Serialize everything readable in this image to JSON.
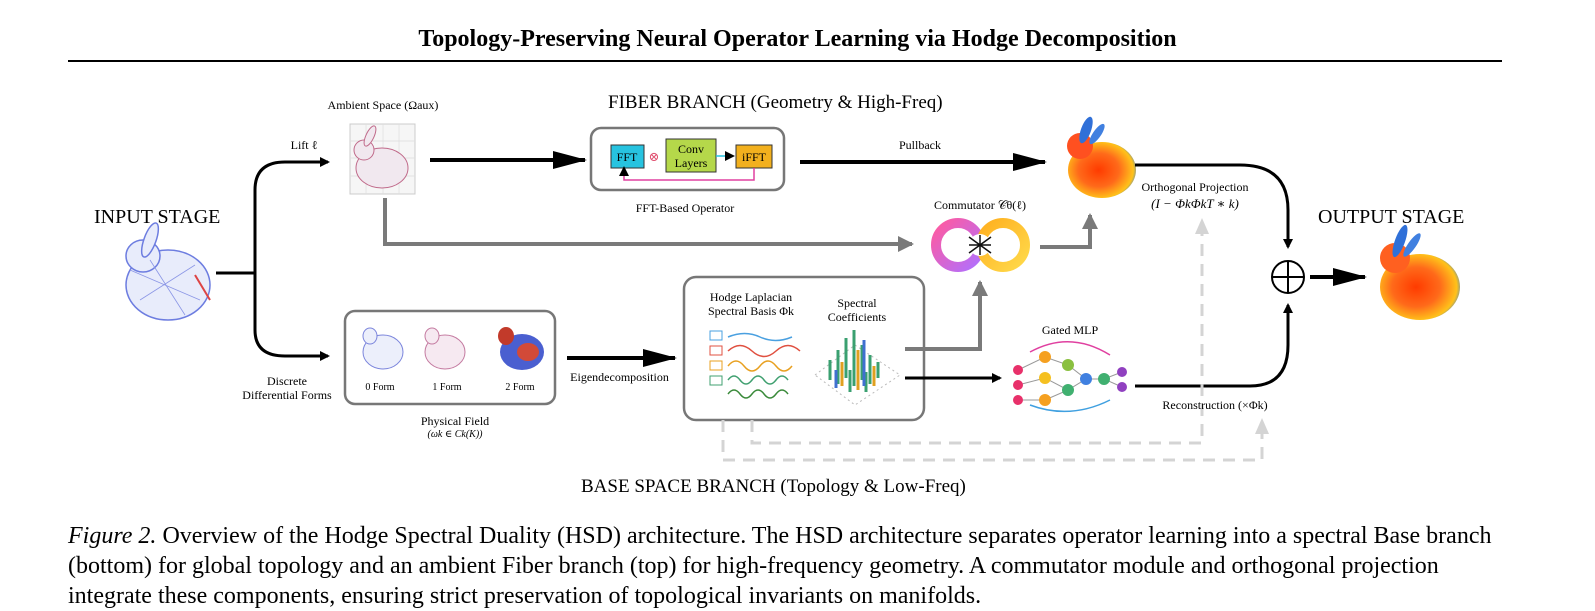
{
  "header": {
    "title": "Topology-Preserving Neural Operator Learning via Hodge Decomposition"
  },
  "figure": {
    "input_stage": "INPUT STAGE",
    "output_stage": "OUTPUT STAGE",
    "fiber_branch": "FIBER BRANCH (Geometry & High-Freq)",
    "base_branch": "BASE SPACE BRANCH (Topology & Low-Freq)",
    "ambient_space": "Ambient Space (Ωaux)",
    "lift": "Lift ℓ",
    "discrete_forms": [
      "Discrete",
      "Differential Forms"
    ],
    "fft_block": {
      "fft": "FFT",
      "conv": "Conv Layers",
      "ifft": "iFFT",
      "caption": "FFT-Based Operator",
      "op": "⊗"
    },
    "pullback": "Pullback",
    "commutator": "Commutator 𝒞θ(ℓ)",
    "orthogonal": {
      "title": "Orthogonal Projection",
      "formula": "(I − ΦkΦkT ∗ k)"
    },
    "oplus": "⊕",
    "forms": {
      "zero": "0 Form",
      "one": "1 Form",
      "two": "2 Form"
    },
    "physical_field": {
      "title": "Physical Field",
      "formula": "(ωk ∈ Ck(K))"
    },
    "eigen": "Eigendecomposition",
    "hodge": {
      "line1": "Hodge Laplacian",
      "line2": "Spectral Basis Φk"
    },
    "spectral": {
      "line1": "Spectral",
      "line2": "Coefficients"
    },
    "gated_mlp": "Gated MLP",
    "reconstruction": "Reconstruction (×Φk)"
  },
  "caption": {
    "label": "Figure 2.",
    "text": "Overview of the Hodge Spectral Duality (HSD) architecture. The HSD architecture separates operator learning into a spectral Base branch (bottom) for global topology and an ambient Fiber branch (top) for high-frequency geometry. A commutator module and orthogonal projection integrate these components, ensuring strict preservation of topological invariants on manifolds."
  },
  "colors": {
    "fft": "#27c3e0",
    "conv": "#b5d84a",
    "ifft": "#f2b01e",
    "grey_arrow": "#7a7a7a",
    "dashed": "#d4d4d4"
  }
}
